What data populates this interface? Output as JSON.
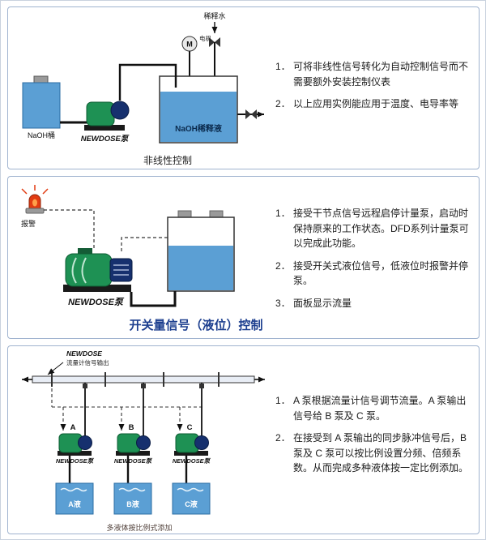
{
  "colors": {
    "water_blue": "#5b9fd4",
    "pump_green": "#1e9154",
    "pump_head_navy": "#16306e",
    "alarm_red": "#e23b12",
    "caption_blue": "#1d3f8f",
    "panel_border": "#9fb3cf"
  },
  "panel1": {
    "caption": "非线性控制",
    "labels": {
      "inlet_water": "稀释水",
      "motor": "M",
      "motor_name": "电机",
      "small_tank": "NaOH桶",
      "pump": "NEWDOSE泵",
      "solution_tank": "NaOH稀释液"
    },
    "notes": [
      {
        "num": "1．",
        "text": "可将非线性信号转化为自动控制信号而不需要额外安装控制仪表"
      },
      {
        "num": "2．",
        "text": "以上应用实例能应用于温度、电导率等"
      }
    ]
  },
  "panel2": {
    "caption": "开关量信号（液位）控制",
    "labels": {
      "alarm": "报警",
      "pump": "NEWDOSE泵"
    },
    "notes": [
      {
        "num": "1．",
        "text": "接受干节点信号远程启停计量泵，启动时保持原来的工作状态。DFD系列计量泵可以完成此功能。"
      },
      {
        "num": "2．",
        "text": "接受开关式液位信号，低液位时报警并停泵。"
      },
      {
        "num": "3．",
        "text": "面板显示流量"
      }
    ]
  },
  "panel3": {
    "caption": "多液体按比例式添加",
    "labels": {
      "brand": "NEWDOSE",
      "flow_signal": "流量计信号输出",
      "pump_a": "A",
      "pump_b": "B",
      "pump_c": "C",
      "pump": "NEWDOSE泵",
      "tank_a": "A液",
      "tank_b": "B液",
      "tank_c": "C液"
    },
    "notes": [
      {
        "num": "1．",
        "text": "A 泵根据流量计信号调节流量。A 泵输出信号给 B 泵及 C 泵。"
      },
      {
        "num": "2．",
        "text": "在接受到 A 泵输出的同步脉冲信号后，B 泵及 C 泵可以按比例设置分频、倍频系数。从而完成多种液体按一定比例添加。"
      }
    ]
  }
}
